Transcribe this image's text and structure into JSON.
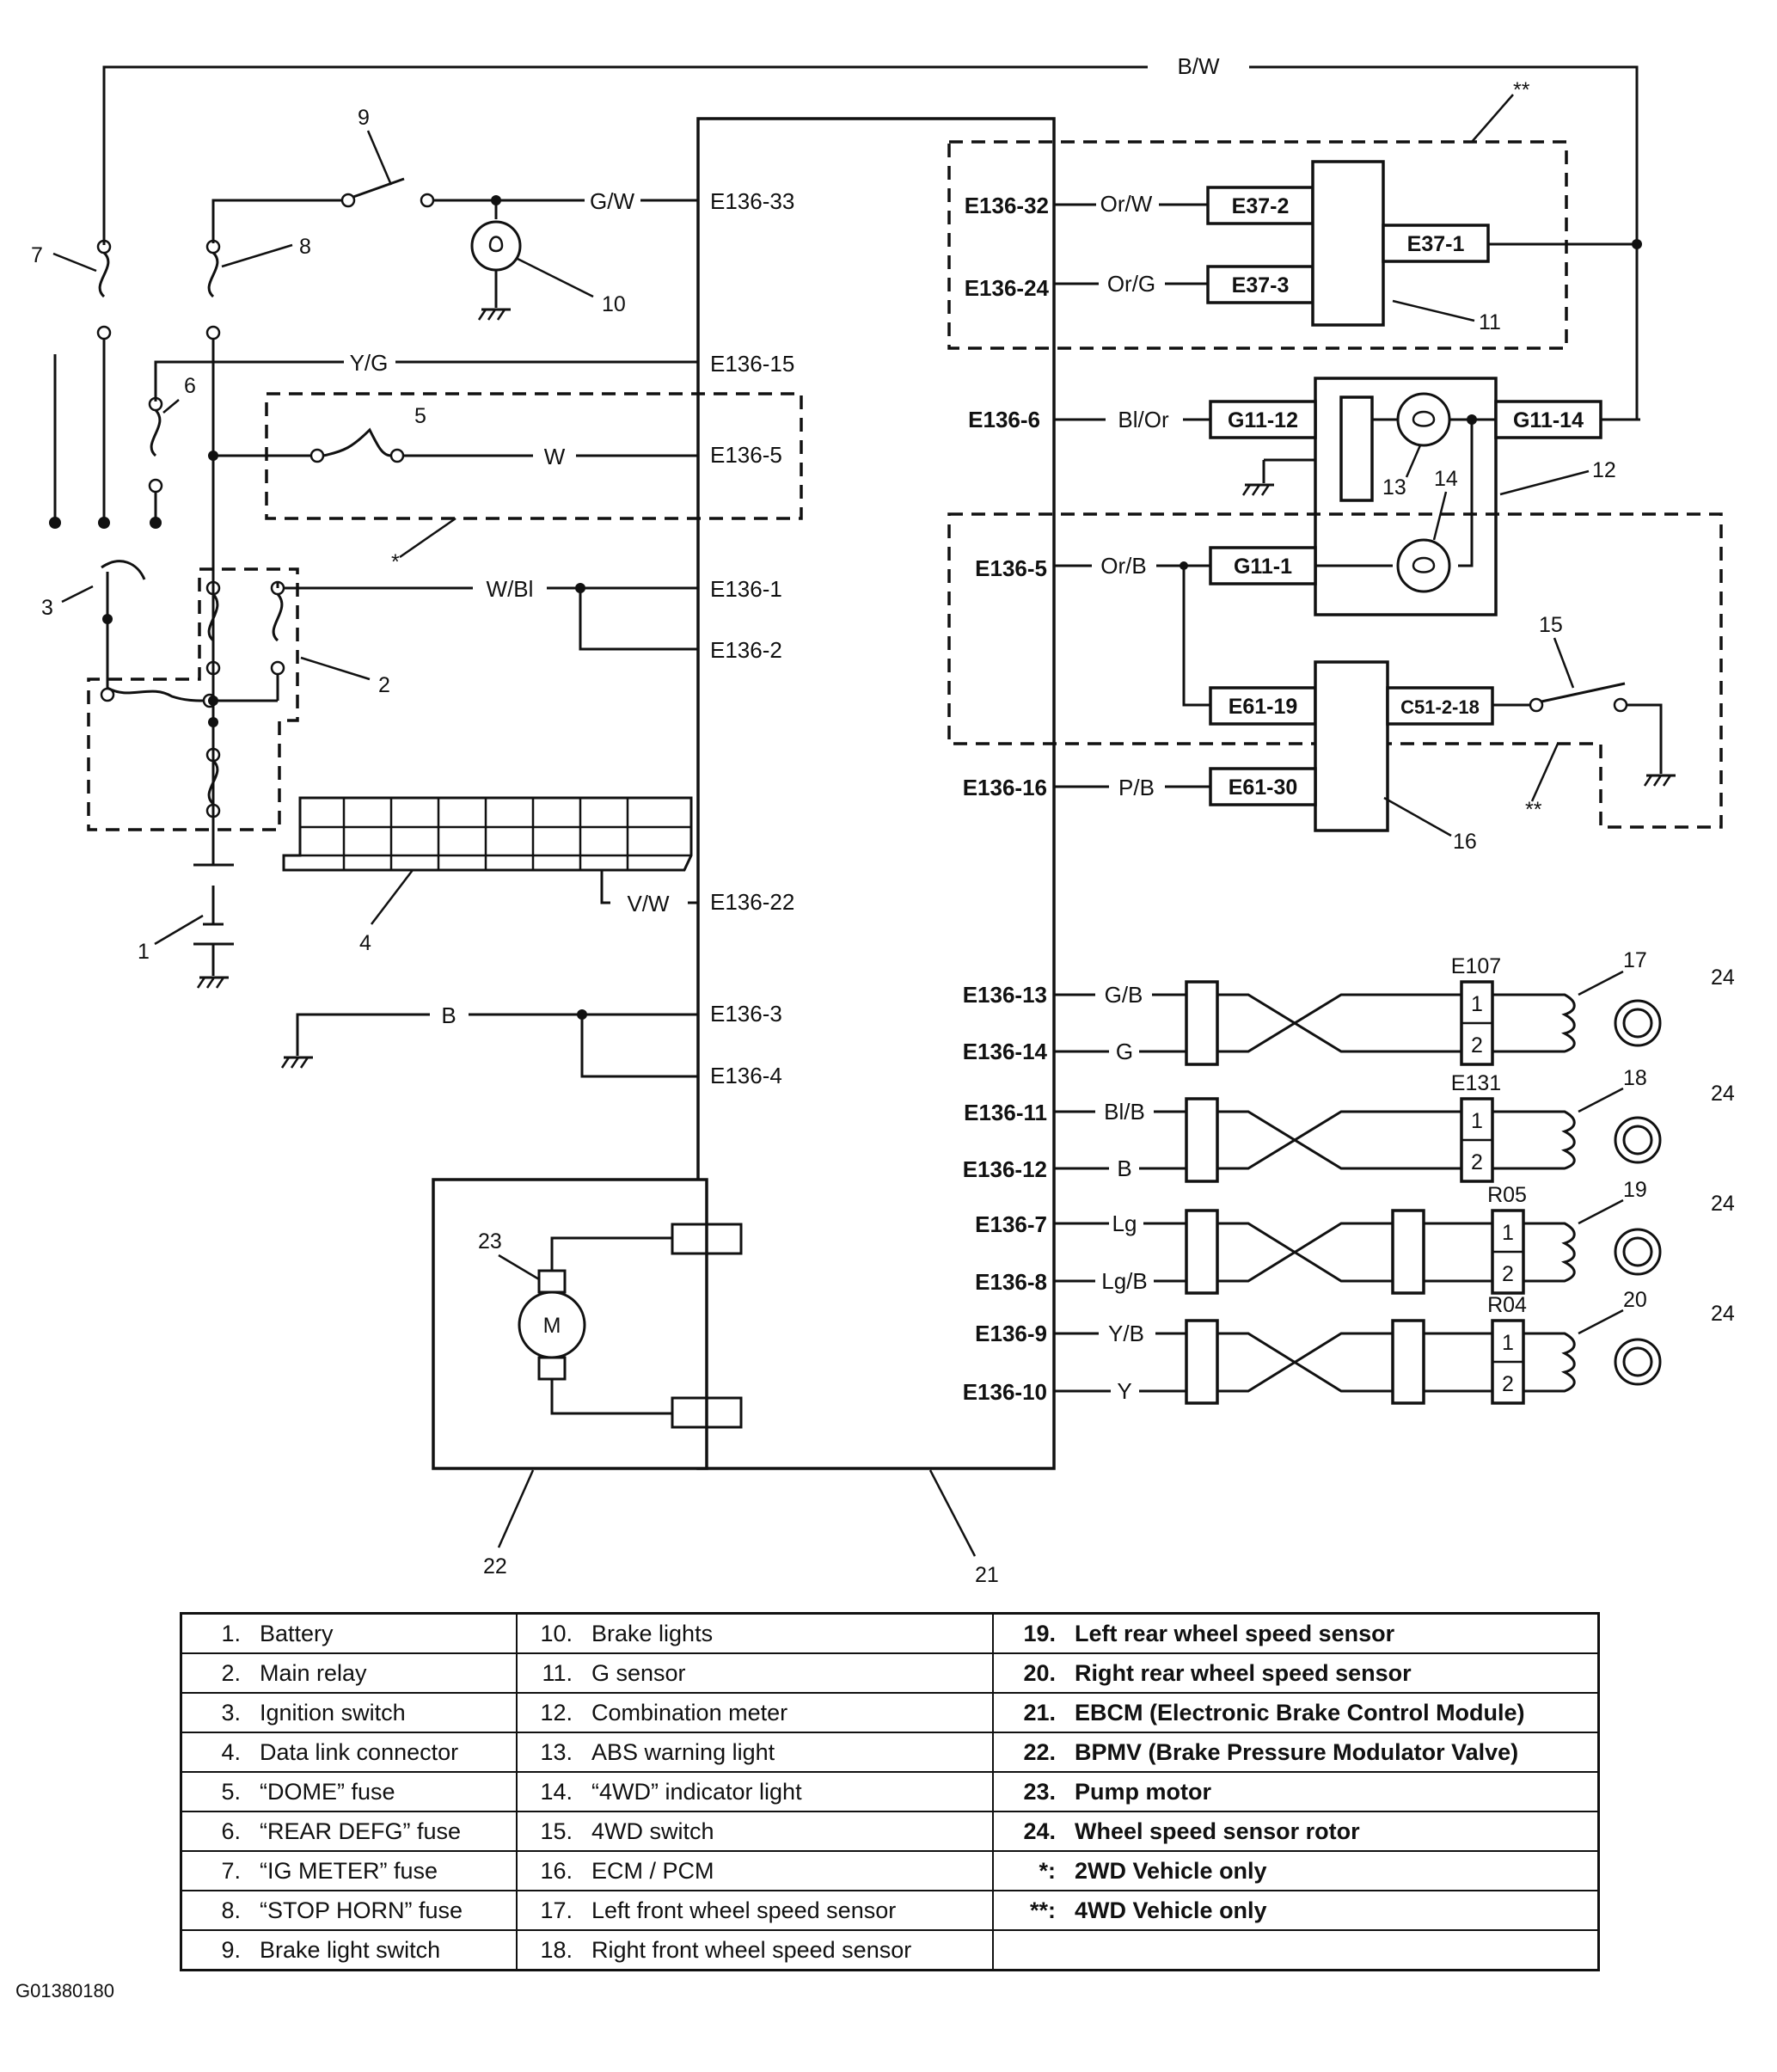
{
  "wires": {
    "bw": "B/W",
    "gw": "G/W",
    "yg": "Y/G",
    "w": "W",
    "wbl": "W/Bl",
    "vw": "V/W",
    "b": "B",
    "orw": "Or/W",
    "org": "Or/G",
    "blor": "Bl/Or",
    "orb": "Or/B",
    "pb": "P/B",
    "gb": "G/B",
    "g": "G",
    "blb": "Bl/B",
    "b2": "B",
    "lg": "Lg",
    "lgb": "Lg/B",
    "yb": "Y/B",
    "y": "Y"
  },
  "ebcm_left_pins": [
    "E136-33",
    "E136-15",
    "E136-5",
    "E136-1",
    "E136-2",
    "E136-22",
    "E136-3",
    "E136-4"
  ],
  "ebcm_right_pins": [
    "E136-32",
    "E136-24",
    "E136-6",
    "E136-5",
    "E136-16",
    "E136-13",
    "E136-14",
    "E136-11",
    "E136-12",
    "E136-7",
    "E136-8",
    "E136-9",
    "E136-10"
  ],
  "connectors": {
    "e37_2": "E37-2",
    "e37_3": "E37-3",
    "e37_1": "E37-1",
    "g11_12": "G11-12",
    "g11_14": "G11-14",
    "g11_1": "G11-1",
    "e61_19": "E61-19",
    "c51": "C51-2-18",
    "e61_30": "E61-30",
    "e107": "E107",
    "e131": "E131",
    "r05": "R05",
    "r04": "R04",
    "pin1": "1",
    "pin2": "2"
  },
  "callouts": {
    "n1": "1",
    "n2": "2",
    "n3": "3",
    "n4": "4",
    "n5": "5",
    "n6": "6",
    "n7": "7",
    "n8": "8",
    "n9": "9",
    "n10": "10",
    "n11": "11",
    "n12": "12",
    "n13": "13",
    "n14": "14",
    "n15": "15",
    "n16": "16",
    "n17": "17",
    "n18": "18",
    "n19": "19",
    "n20": "20",
    "n21": "21",
    "n22": "22",
    "n23": "23",
    "n24": "24",
    "star": "*",
    "dstar": "**",
    "motor": "M"
  },
  "legend": [
    [
      {
        "n": "1.",
        "t": "Battery"
      },
      {
        "n": "10.",
        "t": "Brake lights"
      },
      {
        "n": "19.",
        "t": "Left rear wheel speed sensor"
      }
    ],
    [
      {
        "n": "2.",
        "t": "Main relay"
      },
      {
        "n": "11.",
        "t": "G sensor"
      },
      {
        "n": "20.",
        "t": "Right rear wheel speed sensor"
      }
    ],
    [
      {
        "n": "3.",
        "t": "Ignition switch"
      },
      {
        "n": "12.",
        "t": "Combination meter"
      },
      {
        "n": "21.",
        "t": "EBCM (Electronic Brake Control Module)"
      }
    ],
    [
      {
        "n": "4.",
        "t": "Data link connector"
      },
      {
        "n": "13.",
        "t": "ABS warning light"
      },
      {
        "n": "22.",
        "t": "BPMV (Brake Pressure Modulator Valve)"
      }
    ],
    [
      {
        "n": "5.",
        "t": "“DOME” fuse"
      },
      {
        "n": "14.",
        "t": "“4WD” indicator light"
      },
      {
        "n": "23.",
        "t": "Pump motor"
      }
    ],
    [
      {
        "n": "6.",
        "t": "“REAR DEFG” fuse"
      },
      {
        "n": "15.",
        "t": "4WD switch"
      },
      {
        "n": "24.",
        "t": "Wheel speed sensor rotor"
      }
    ],
    [
      {
        "n": "7.",
        "t": "“IG METER” fuse"
      },
      {
        "n": "16.",
        "t": "ECM / PCM"
      },
      {
        "n": "*:",
        "t": "2WD Vehicle only"
      }
    ],
    [
      {
        "n": "8.",
        "t": "“STOP HORN” fuse"
      },
      {
        "n": "17.",
        "t": "Left front wheel speed sensor"
      },
      {
        "n": "**:",
        "t": "4WD Vehicle only"
      }
    ],
    [
      {
        "n": "9.",
        "t": "Brake light switch"
      },
      {
        "n": "18.",
        "t": "Right front wheel speed sensor"
      },
      {
        "n": "",
        "t": ""
      }
    ]
  ],
  "figure_code": "G01380180"
}
